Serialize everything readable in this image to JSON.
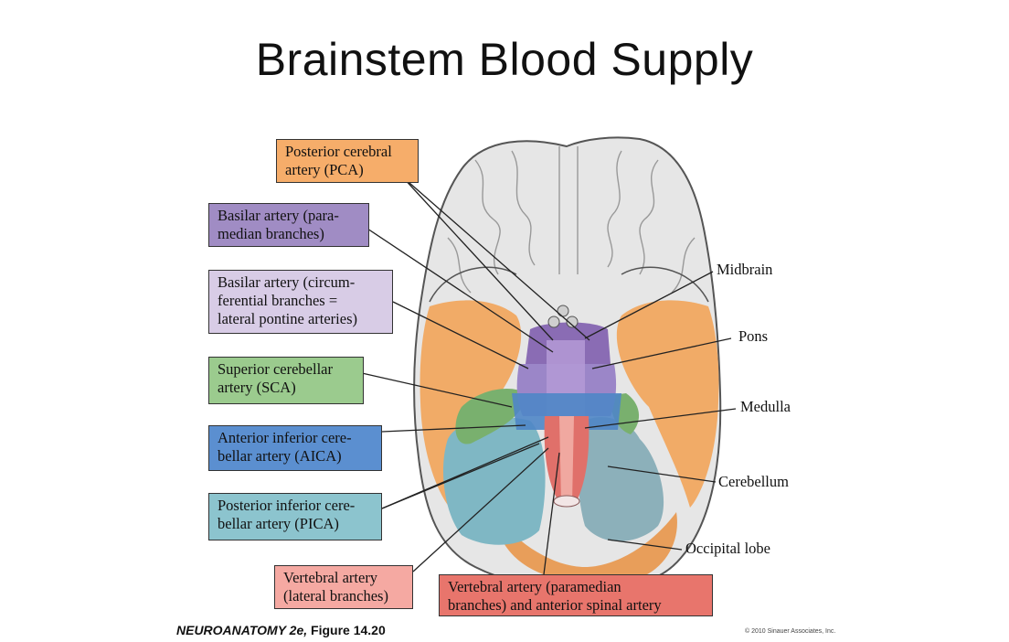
{
  "slide": {
    "title": "Brainstem Blood Supply"
  },
  "boxes": {
    "pca": "Posterior cerebral\nartery (PCA)",
    "basilar_paramedian": "Basilar artery (para-\nmedian branches)",
    "basilar_circumferential": "Basilar artery (circum-\nferential branches =\nlateral pontine arteries)",
    "sca": "Superior cerebellar\nartery (SCA)",
    "aica": "Anterior inferior cere-\nbellar artery (AICA)",
    "pica": "Posterior inferior cere-\nbellar artery (PICA)",
    "vertebral_lateral": "Vertebral artery\n(lateral branches)",
    "vertebral_paramedian": "Vertebral artery (paramedian\nbranches) and anterior spinal artery"
  },
  "structures": {
    "midbrain": "Midbrain",
    "pons": "Pons",
    "medulla": "Medulla",
    "cerebellum": "Cerebellum",
    "occipital_lobe": "Occipital lobe"
  },
  "footer": {
    "book": "NEUROANATOMY 2e,",
    "figure": " Figure 14.20",
    "copyright": "© 2010 Sinauer Associates, Inc."
  },
  "colors": {
    "pca": "#F6AD6A",
    "basilar_paramedian": "#A08CC4",
    "basilar_circumferential": "#D8CCE6",
    "sca": "#9BCB8E",
    "aica": "#5B8FD0",
    "pica": "#8CC4CE",
    "vertebral_lateral": "#F5A9A2",
    "vertebral_paramedian": "#E8756C"
  }
}
